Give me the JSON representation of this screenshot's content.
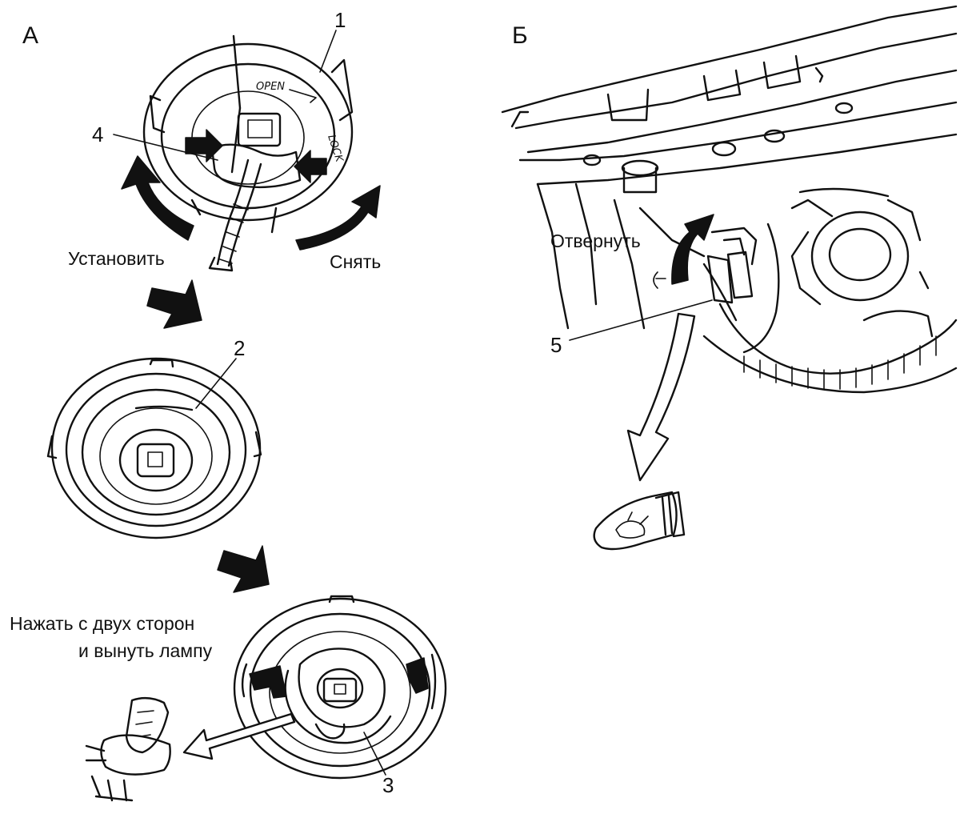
{
  "panels": {
    "a": {
      "letter": "А",
      "callouts": {
        "one": "1",
        "two": "2",
        "three": "3",
        "four": "4"
      },
      "install_label": "Установить",
      "remove_label": "Снять",
      "press_line1": "Нажать с двух сторон",
      "press_line2": "и вынуть лампу",
      "socket_open": "OPEN",
      "socket_lock": "LOCK"
    },
    "b": {
      "letter": "Б",
      "callouts": {
        "five": "5"
      },
      "unscrew_label": "Отвернуть"
    }
  }
}
